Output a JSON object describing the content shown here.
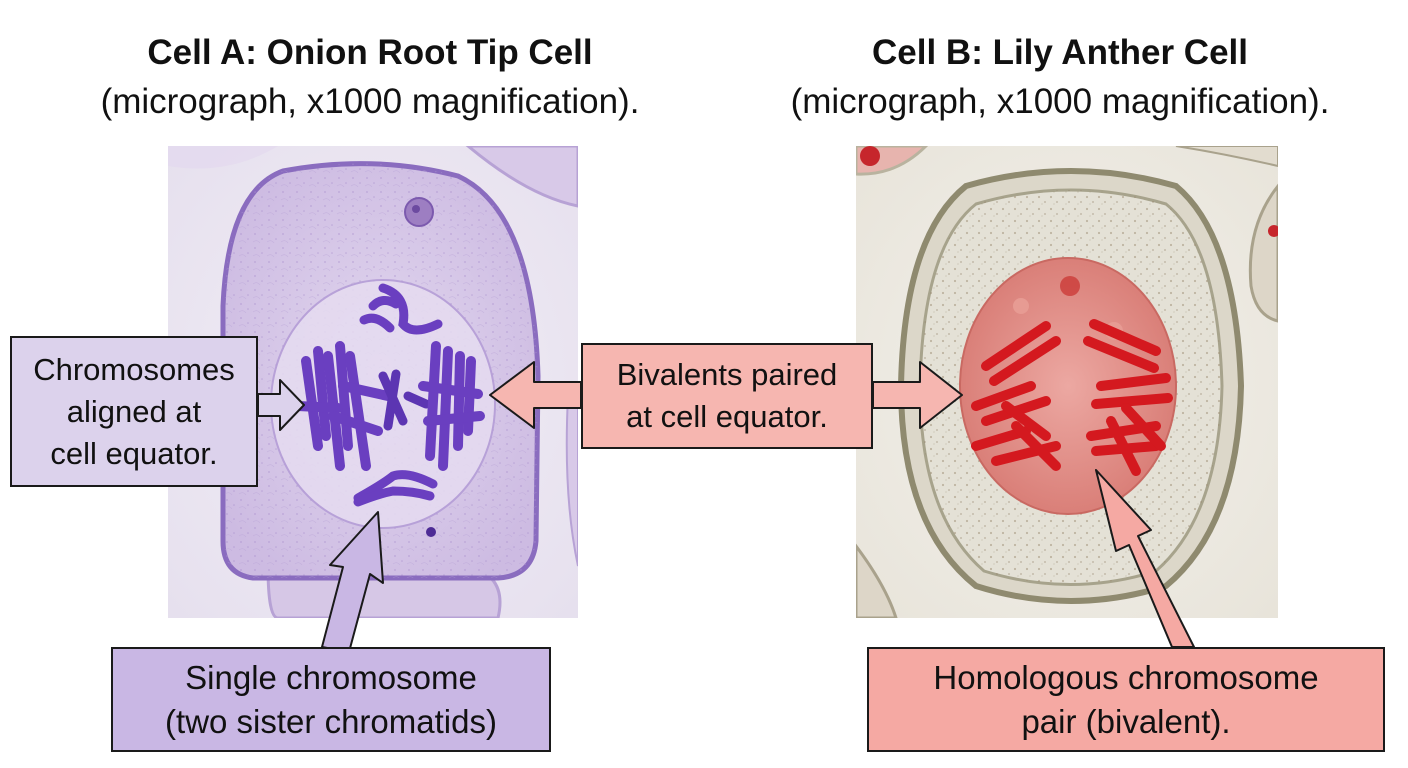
{
  "cell_a": {
    "title": "Cell A: Onion Root Tip Cell",
    "subtitle": "(micrograph, x1000 magnification)."
  },
  "cell_b": {
    "title": "Cell B: Lily Anther Cell",
    "subtitle": "(micrograph, x1000 magnification)."
  },
  "callouts": {
    "aligned": {
      "lines": [
        "Chromosomes",
        "aligned at",
        "cell equator."
      ],
      "fill": "#dcd2ec"
    },
    "bivalents": {
      "lines": [
        "Bivalents paired",
        "at cell equator."
      ],
      "fill": "#f6b6b0"
    },
    "single": {
      "lines": [
        "Single chromosome",
        "(two sister chromatids)"
      ],
      "fill": "#c9b7e4"
    },
    "homologous": {
      "lines": [
        "Homologous chromosome",
        "pair (bivalent)."
      ],
      "fill": "#f5a9a3"
    }
  },
  "colors": {
    "onion_stain": "#7b4fc4",
    "lily_stain": "#d8262c",
    "onion_cytoplasm": "#d9cbe8",
    "lily_cytoplasm": "#d9d4c8"
  }
}
